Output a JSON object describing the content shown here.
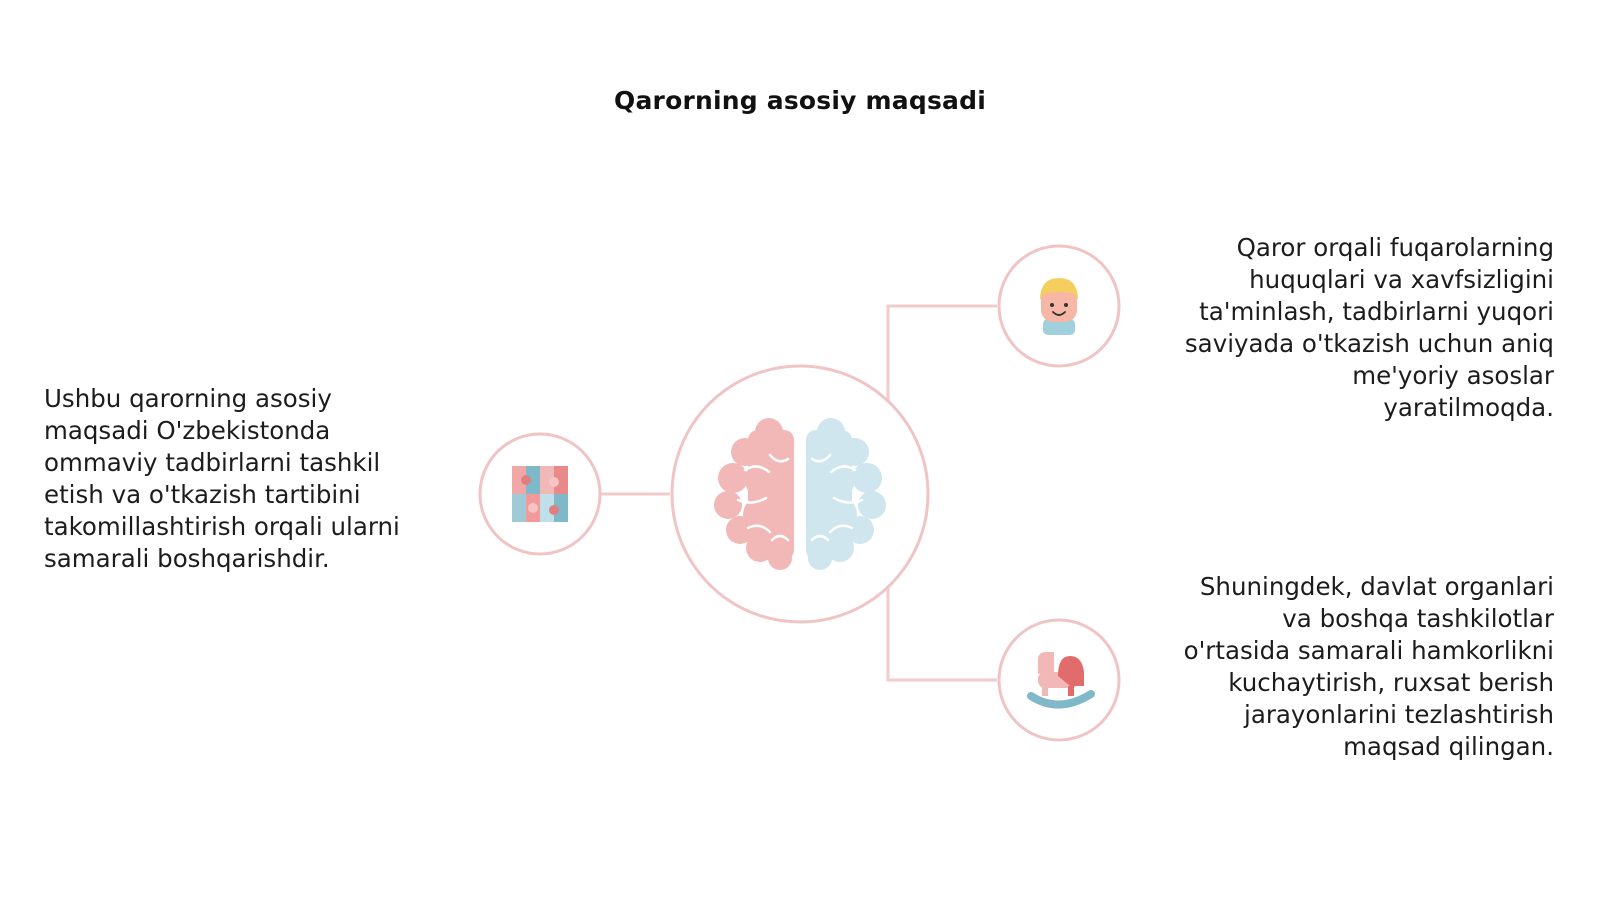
{
  "title": "Qarorning asosiy maqsadi",
  "colors": {
    "ring": "#f0c4c4",
    "connector": "#f2cccc",
    "brain_left": "#f2b8b8",
    "brain_right": "#cfe6ee"
  },
  "center": {
    "icon": "brain-icon"
  },
  "nodes": [
    {
      "icon": "puzzle-icon",
      "text": "Ushbu qarorning asosiy\nmaqsadi O'zbekistonda\nommaviy tadbirlarni tashkil\netish va o'tkazish tartibini\ntakomillashtirish orqali ularni\nsamarali boshqarishdir."
    },
    {
      "icon": "child-face-icon",
      "text": "Qaror orqali fuqarolarning\nhuquqlari va xavfsizligini\nta'minlash, tadbirlarni yuqori\nsaviyada o'tkazish uchun aniq\nme'yoriy asoslar\nyaratilmoqda."
    },
    {
      "icon": "rocking-horse-icon",
      "text": "Shuningdek, davlat organlari\nva boshqa tashkilotlar\no'rtasida samarali hamkorlikni\nkuchaytirish, ruxsat berish\njarayonlarini tezlashtirish\nmaqsad qilingan."
    }
  ]
}
